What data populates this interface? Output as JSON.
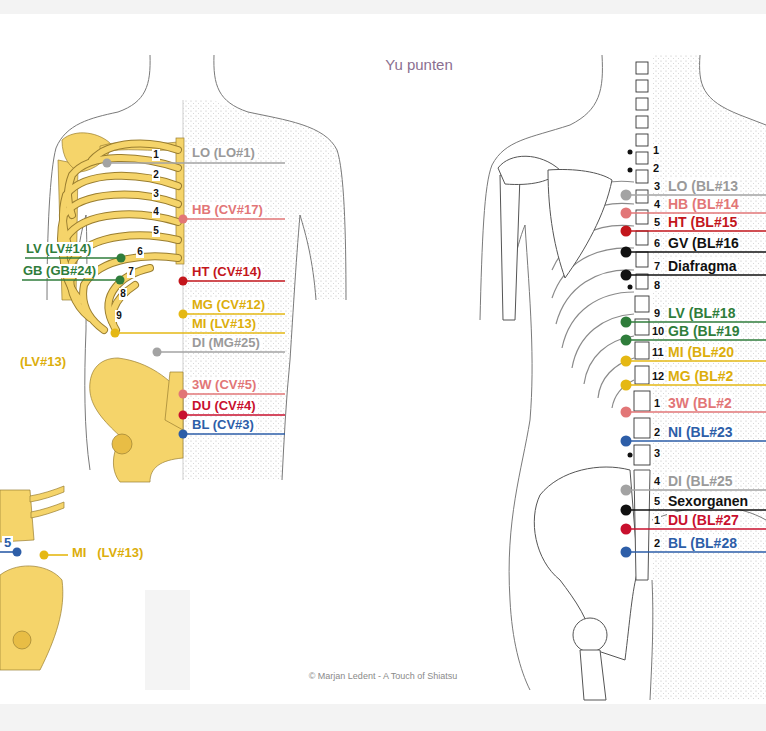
{
  "diagram": {
    "title": "Yu punten",
    "labels": [
      "1",
      "2",
      "3",
      "4",
      "5",
      "6",
      "7",
      "8",
      "9",
      "LO (LO#1)",
      "HB (CV#17)",
      "LV (LV#14)",
      "GB (GB#24)",
      "HT (CV#14)",
      "MG (CV#12)",
      "MI (LV#13)",
      "(LV#13)",
      "DI (MG#25)",
      "3W (CV#5)",
      "DU (CV#4)",
      "BL (CV#3)",
      "5",
      "MI   (LV#13)",
      "1",
      "2",
      "3",
      "LO (BL#13",
      "4",
      "HB (BL#14",
      "5",
      "HT (BL#15",
      "6",
      "GV (BL#16",
      "7",
      "Diafragma",
      "8",
      "9",
      "LV (BL#18",
      "10",
      "GB (BL#19",
      "11",
      "MI (BL#20",
      "12",
      "MG (BL#2",
      "1",
      "3W (BL#2",
      "2",
      "NI (BL#23",
      "3",
      "4",
      "DI (BL#25",
      "5",
      "Sexorganen",
      "1",
      "DU (BL#27",
      "2",
      "BL (BL#28",
      "© Marjan Ledent - A Touch of Shiatsu"
    ]
  }
}
